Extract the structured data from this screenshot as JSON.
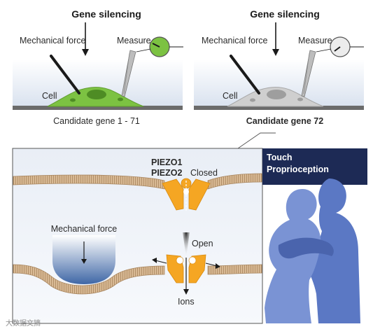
{
  "top_left": {
    "heading": "Gene silencing",
    "force_label": "Mechanical force",
    "measure_label": "Measure",
    "cell_label": "Cell",
    "caption": "Candidate gene 1 - 71"
  },
  "top_right": {
    "heading": "Gene silencing",
    "force_label": "Mechanical force",
    "measure_label": "Measure",
    "cell_label": "Cell",
    "caption": "Candidate gene 72"
  },
  "channel_panel": {
    "protein_1": "PIEZO1",
    "protein_2": "PIEZO2",
    "closed_label": "Closed",
    "open_label": "Open",
    "force_label": "Mechanical force",
    "ions_label": "Ions"
  },
  "side_panel": {
    "line_1": "Touch",
    "line_2": "Proprioception"
  },
  "watermark": "大数据文摘",
  "colors": {
    "cell_active": "#7cc242",
    "cell_inactive": "#cfcfcf",
    "channel": "#f5a623",
    "dark_navy": "#1d2a55",
    "silhouette": "#5b78c4"
  }
}
